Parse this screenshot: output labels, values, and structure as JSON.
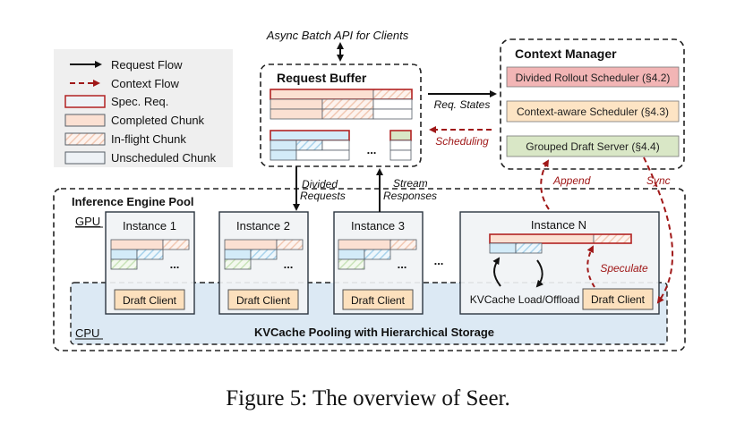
{
  "colors": {
    "completed": "#fbe0d2",
    "completed_blue": "#d3ebf8",
    "inflight_stripe": "#f2c9b4",
    "inflight_blue_stripe": "#a9d3ec",
    "inflight_green_stripe": "#c9e3b9",
    "unscheduled": "#eef2f6",
    "spec_border": "#b22222",
    "cell_border": "#555d66",
    "context_red": "#a01818",
    "rollout_sched": "#f2b5b5",
    "context_sched": "#fde4c4",
    "draft_server": "#d9e7c6",
    "draft_client": "#fce0bd",
    "cpu_pool": "#dce9f4",
    "instance_bg": "#f1f3f5",
    "legend_bg": "#efefef"
  },
  "legend": {
    "items": [
      {
        "key": "request-flow",
        "label": "Request Flow"
      },
      {
        "key": "context-flow",
        "label": "Context Flow"
      },
      {
        "key": "spec-req",
        "label": "Spec. Req."
      },
      {
        "key": "completed-chunk",
        "label": "Completed Chunk"
      },
      {
        "key": "inflight-chunk",
        "label": "In-flight Chunk"
      },
      {
        "key": "unscheduled-chunk",
        "label": "Unscheduled Chunk"
      }
    ]
  },
  "api_label": "Async Batch API for Clients",
  "request_buffer": {
    "title": "Request Buffer",
    "ellipsis": "..."
  },
  "context_manager": {
    "title": "Context Manager",
    "components": [
      {
        "label": "Divided Rollout Scheduler (§4.2)"
      },
      {
        "label": "Context-aware Scheduler (§4.3)"
      },
      {
        "label": "Grouped Draft Server (§4.4)"
      }
    ]
  },
  "flows": {
    "req_states": "Req. States",
    "scheduling": "Scheduling",
    "divided_requests_1": "Divided",
    "divided_requests_2": "Requests",
    "stream_responses_1": "Stream",
    "stream_responses_2": "Responses",
    "append": "Append",
    "sync": "Sync",
    "speculate": "Speculate"
  },
  "engine_pool": {
    "title": "Inference Engine Pool",
    "gpu_label": "GPU",
    "cpu_label": "CPU",
    "kvcache_label": "KVCache Pooling with Hierarchical Storage",
    "instances": [
      {
        "name": "Instance 1",
        "draft_client": "Draft Client",
        "ellipsis": "..."
      },
      {
        "name": "Instance 2",
        "draft_client": "Draft Client",
        "ellipsis": "..."
      },
      {
        "name": "Instance 3",
        "draft_client": "Draft Client",
        "ellipsis": "..."
      }
    ],
    "between_ellipsis": "...",
    "instance_n": {
      "name": "Instance N",
      "kv_label": "KVCache Load/Offload",
      "draft_client": "Draft Client"
    }
  },
  "caption": "Figure 5: The overview of Seer."
}
